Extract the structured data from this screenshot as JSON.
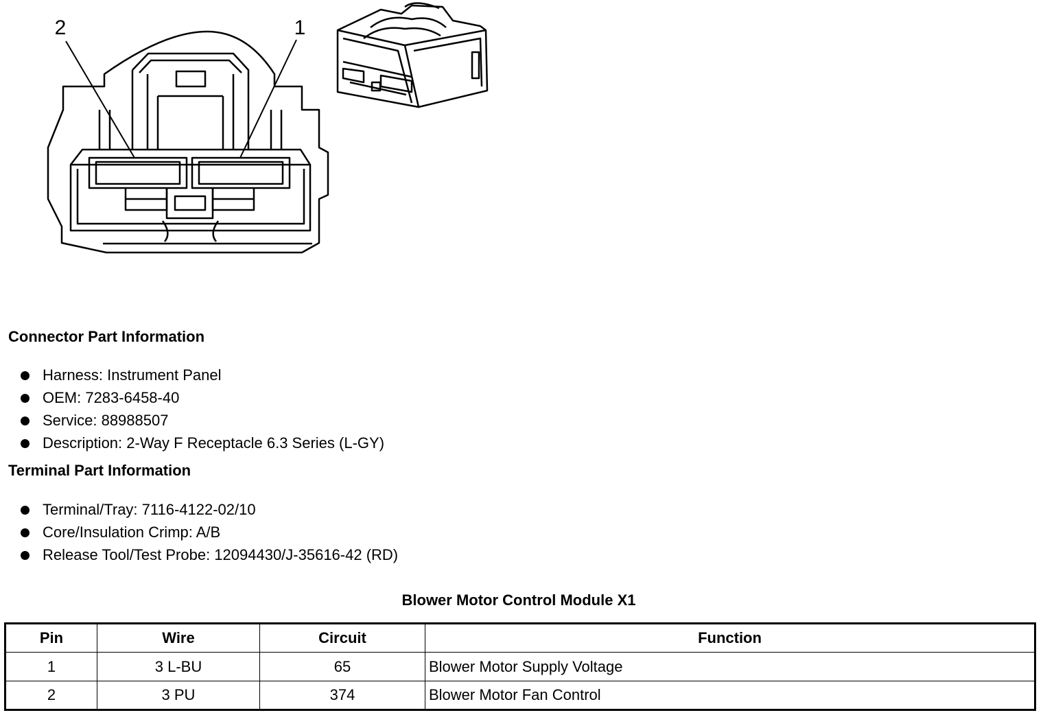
{
  "diagram": {
    "callouts": [
      "2",
      "1"
    ]
  },
  "connector_section": {
    "title": "Connector Part Information",
    "items": [
      "Harness: Instrument Panel",
      "OEM: 7283-6458-40",
      "Service: 88988507",
      "Description: 2-Way F Receptacle 6.3 Series (L-GY)"
    ]
  },
  "terminal_section": {
    "title": "Terminal Part Information",
    "items": [
      "Terminal/Tray: 7116-4122-02/10",
      "Core/Insulation Crimp: A/B",
      "Release Tool/Test Probe: 12094430/J-35616-42 (RD)"
    ]
  },
  "table": {
    "title": "Blower Motor Control Module X1",
    "headers": [
      "Pin",
      "Wire",
      "Circuit",
      "Function"
    ],
    "rows": [
      [
        "1",
        "3 L-BU",
        "65",
        "Blower Motor Supply Voltage"
      ],
      [
        "2",
        "3 PU",
        "374",
        "Blower Motor Fan Control"
      ]
    ]
  }
}
